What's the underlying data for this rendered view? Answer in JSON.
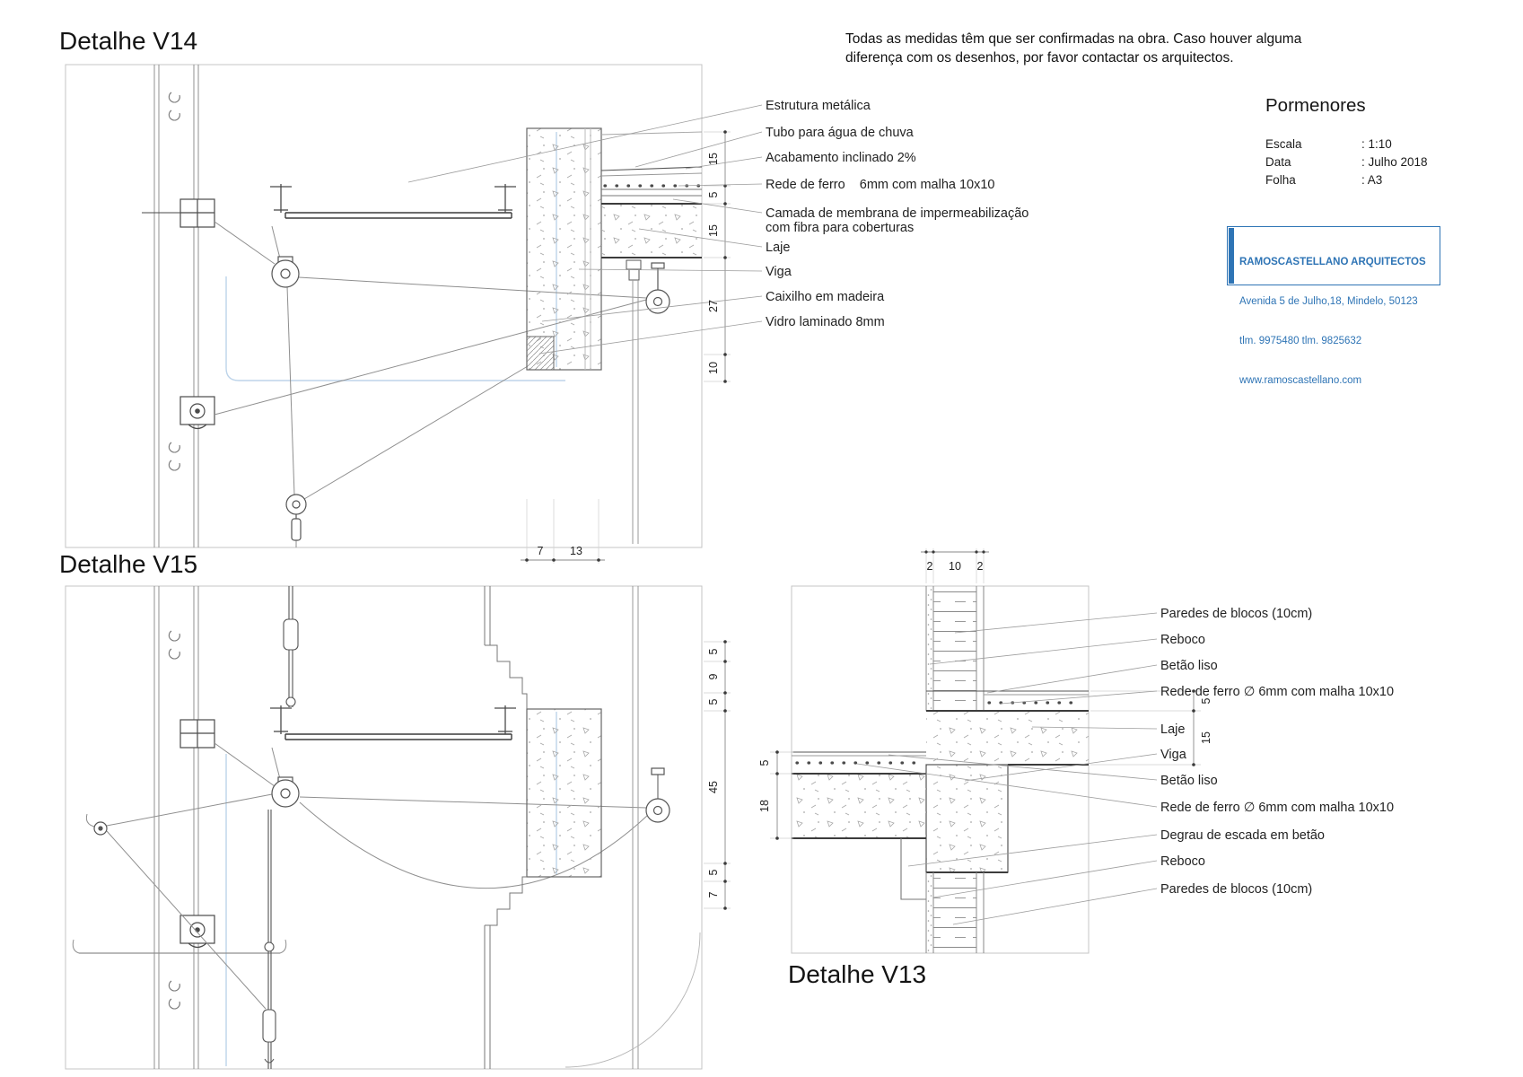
{
  "note": {
    "line1": "Todas as medidas têm que ser confirmadas na obra. Caso houver alguma",
    "line2": "diferença com os desenhos, por favor contactar os arquitectos."
  },
  "titleblock": {
    "title": "Pormenores",
    "rows": [
      {
        "label": "Escala",
        "value": ": 1:10"
      },
      {
        "label": "Data",
        "value": ": Julho 2018"
      },
      {
        "label": "Folha",
        "value": ": A3"
      }
    ]
  },
  "stamp": {
    "name": "RAMOSCASTELLANO ARQUITECTOS",
    "address": "Avenida 5 de Julho,18, Mindelo, 50123",
    "phones": "tlm. 9975480 tlm. 9825632",
    "website": "www.ramoscastellano.com",
    "accent_color": "#2e74b5"
  },
  "v14": {
    "title": "Detalhe V14",
    "labels": [
      "Estrutura metálica",
      "Tubo para água de chuva",
      "Acabamento inclinado 2%",
      "Rede de ferro    6mm com malha 10x10",
      "Camada de membrana de impermeabilização",
      "com fibra para coberturas",
      "Laje",
      "Viga",
      "Caixilho em madeira",
      "Vidro laminado 8mm"
    ],
    "dims_right": [
      "15",
      "5",
      "15",
      "27",
      "10"
    ],
    "dims_bottom": [
      "7",
      "13"
    ]
  },
  "v15": {
    "title": "Detalhe V15",
    "dims_right": [
      "5",
      "9",
      "5",
      "45",
      "5",
      "7"
    ]
  },
  "v13": {
    "title": "Detalhe V13",
    "labels": [
      "Paredes de blocos (10cm)",
      "Reboco",
      "Betão liso",
      "Rede de ferro ∅ 6mm com malha 10x10",
      "Laje",
      "Viga",
      "Betão liso",
      "Rede de ferro ∅ 6mm com malha 10x10",
      "Degrau de escada em betão",
      "Reboco",
      "Paredes de blocos (10cm)"
    ],
    "dims_top": [
      "2",
      "10",
      "2"
    ],
    "dims_right": [
      "5",
      "15"
    ],
    "dims_left": [
      "5",
      "18"
    ]
  }
}
